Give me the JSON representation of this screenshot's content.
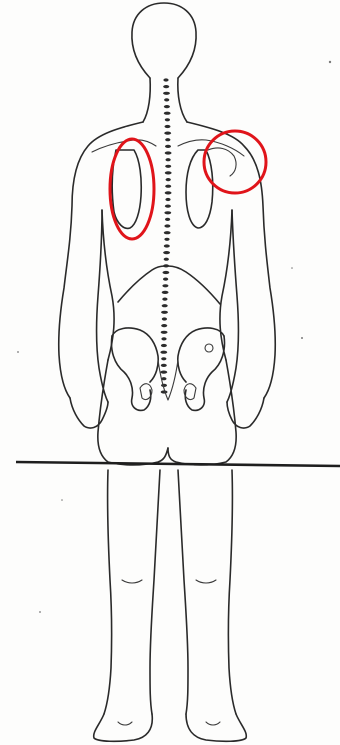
{
  "figure": {
    "view": "posterior",
    "ink_color": "#2a2a2a",
    "paper_color": "#fdfdfc"
  },
  "markers": {
    "color": "#e0141a",
    "items": [
      {
        "name": "left-scapula-marker",
        "shape": "ellipse"
      },
      {
        "name": "right-shoulder-marker",
        "shape": "circle"
      }
    ]
  }
}
